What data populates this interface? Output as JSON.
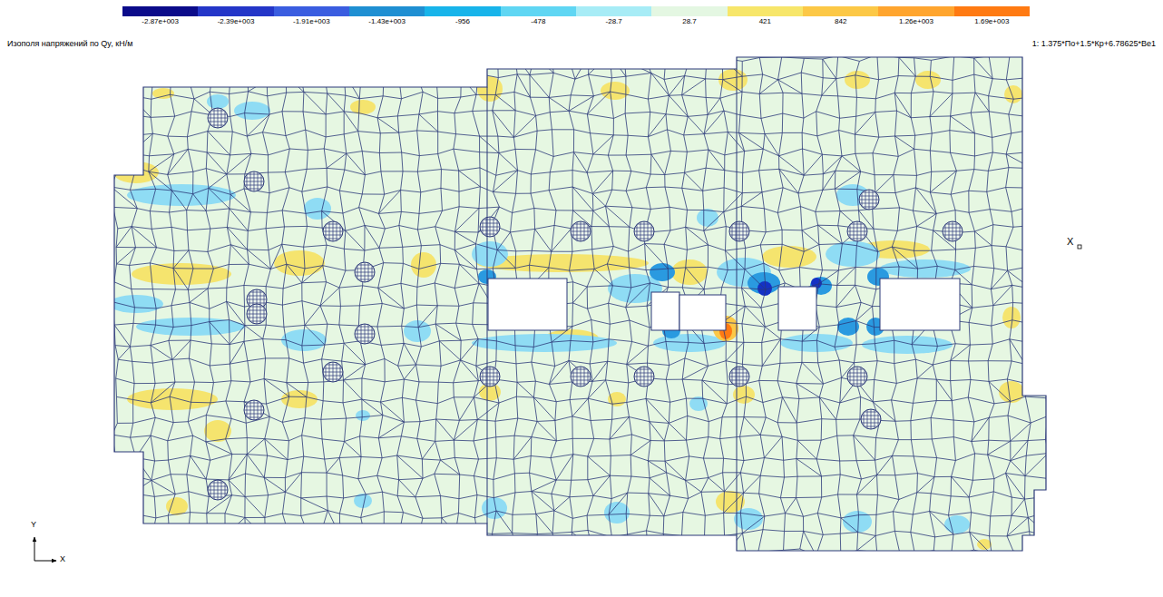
{
  "diagram": {
    "title": "Изополя напряжений по Qy, кН/м",
    "labels": [
      "1: 1.375*По+1.5*Кр+6.78625*Ве1",
      "Y",
      "X",
      "X"
    ],
    "legend": [
      {
        "text": "-2.87e+003",
        "color": "#0b0b8a"
      },
      {
        "text": "-2.39e+003",
        "color": "#2436c8"
      },
      {
        "text": "-1.91e+003",
        "color": "#3a5de0"
      },
      {
        "text": "-1.43e+003",
        "color": "#1f8fd2"
      },
      {
        "text": "-956",
        "color": "#17b4ea"
      },
      {
        "text": "-478",
        "color": "#5fd6f3"
      },
      {
        "text": "-28.7",
        "color": "#a7ecf6"
      },
      {
        "text": "28.7",
        "color": "#e4f7e2"
      },
      {
        "text": "421",
        "color": "#f7e66a"
      },
      {
        "text": "842",
        "color": "#fcc846"
      },
      {
        "text": "1.26e+003",
        "color": "#ffa52e"
      },
      {
        "text": "1.69e+003",
        "color": "#ff7a12"
      }
    ]
  }
}
